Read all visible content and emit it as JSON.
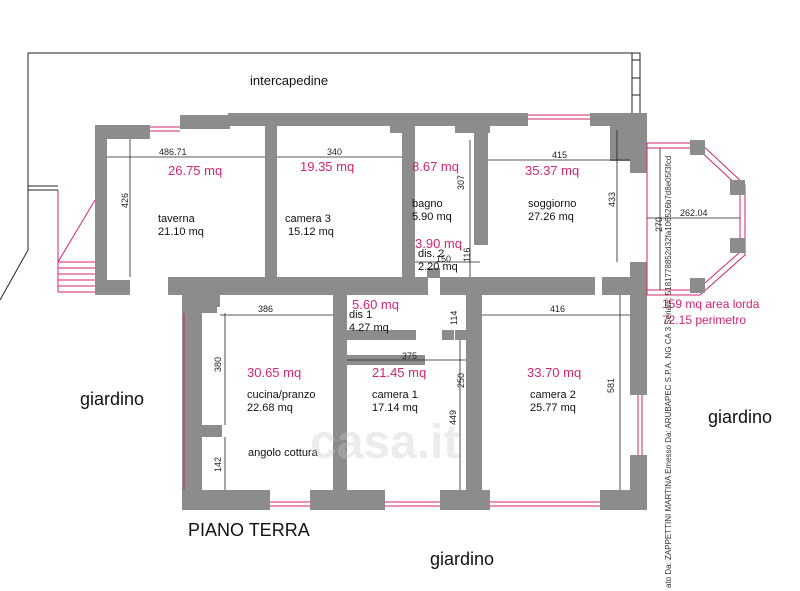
{
  "plan": {
    "floor_label": "PIANO TERRA",
    "outer_label": "intercapedine",
    "garden_left": "giardino",
    "garden_right": "giardino",
    "garden_bottom": "giardino",
    "watermark": "casa.it",
    "side_text": "ato Da: ZAPPETTINI MARTINA Emesso Da: ARUBAPEC S.P.A. NG CA 3 Serial#: 5181778852d32fa106526b7d8e05f3fcd",
    "total_area": "159 mq area lorda",
    "perimeter": "72.15 perimetro"
  },
  "rooms": [
    {
      "id": "taverna",
      "name": "taverna",
      "mq": "21.10 mq",
      "area": "26.75 mq"
    },
    {
      "id": "camera3",
      "name": "camera 3",
      "mq": "15.12 mq",
      "area": "19.35 mq"
    },
    {
      "id": "bagno",
      "name": "bagno",
      "mq": "5.90 mq",
      "area": "8.67 mq"
    },
    {
      "id": "soggiorno",
      "name": "soggiorno",
      "mq": "27.26 mq",
      "area": "35.37 mq"
    },
    {
      "id": "dis2",
      "name": "dis. 2",
      "mq": "2.20 mq",
      "area": "3.90 mq"
    },
    {
      "id": "dis1",
      "name": "dis 1",
      "mq": "4.27 mq",
      "area": "5.60 mq"
    },
    {
      "id": "cucina",
      "name": "cucina/pranzo",
      "mq": "22.68 mq",
      "area": "30.65 mq",
      "note": "angolo cottura"
    },
    {
      "id": "camera1",
      "name": "camera 1",
      "mq": "17.14 mq",
      "area": "21.45 mq"
    },
    {
      "id": "camera2",
      "name": "camera 2",
      "mq": "25.77 mq",
      "area": "33.70 mq"
    }
  ],
  "dimensions": {
    "taverna_w": "486.71",
    "taverna_h": "426",
    "camera3_w": "340",
    "bagno_h": "307",
    "soggiorno_w": "415",
    "soggiorno_h": "433",
    "bow_w": "262.04",
    "bow_h": "270",
    "dis2_w": "150",
    "dis2_h": "116",
    "cucina_w": "386",
    "cucina_h": "380",
    "cucina_h2": "142",
    "dis1_h": "114",
    "camera1_w": "375",
    "camera1_h": "250",
    "camera1_h2": "449",
    "camera2_w": "416",
    "camera2_h": "581"
  },
  "colors": {
    "wall": "#8c8c8c",
    "line": "#222222",
    "area_text": "#d6246e",
    "window": "#d6246e"
  }
}
